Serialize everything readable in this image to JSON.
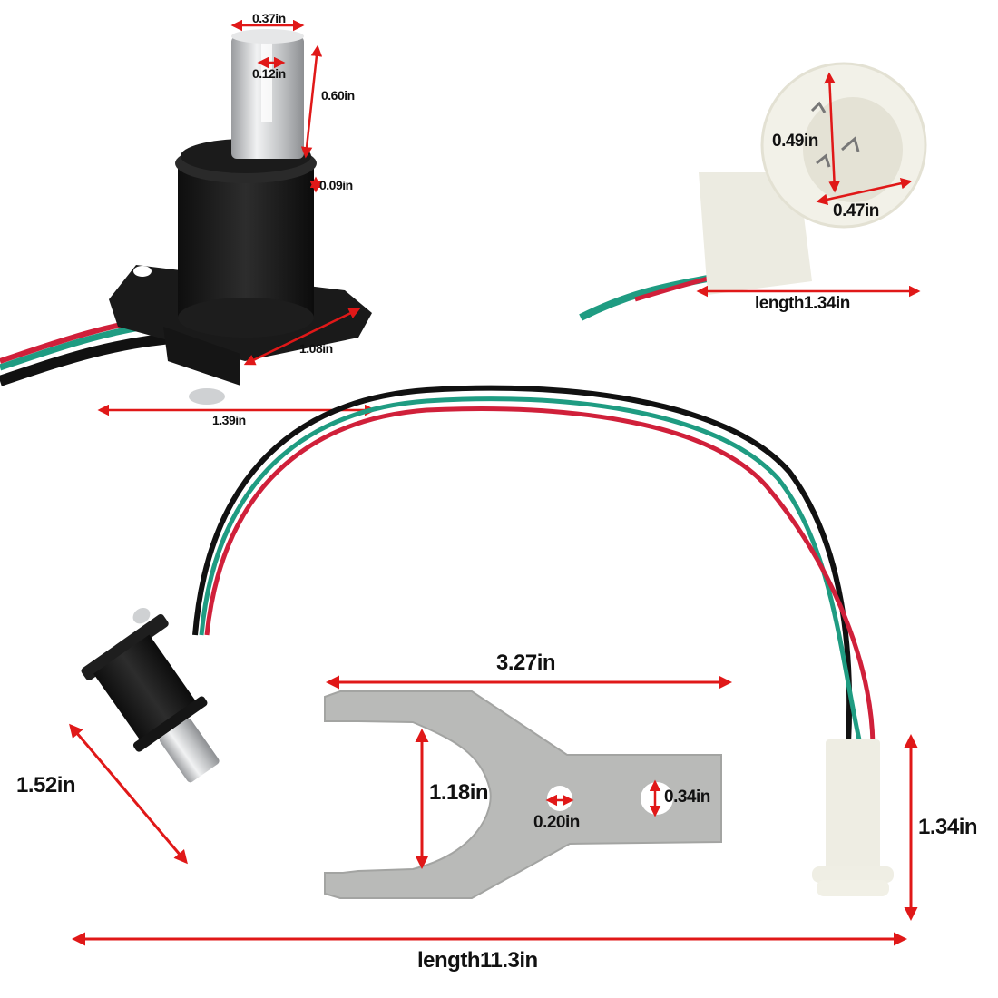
{
  "diagram": {
    "subject": "Throttle sensor assembly with wiring harness, connector and mounting bracket",
    "colors": {
      "dimension_line": "#e01818",
      "label_text": "#111111",
      "sensor_body": "#1c1c1c",
      "shaft_metal": "#c9cbcd",
      "connector": "#efeee4",
      "bracket": "#b9bab8",
      "wire_red": "#d0203a",
      "wire_green": "#1f9c82",
      "wire_black": "#111111"
    },
    "sensor_closeup": {
      "shaft_width": "0.37in",
      "slot_width": "0.12in",
      "shaft_height": "0.60in",
      "collar_thickness": "0.09in",
      "flange_depth": "1.08in",
      "flange_width": "1.39in"
    },
    "connector_closeup": {
      "face_height": "0.49in",
      "face_width": "0.47in",
      "length": "length1.34in"
    },
    "assembly": {
      "sensor_length": "1.52in",
      "bracket_length": "3.27in",
      "bracket_opening": "1.18in",
      "small_hole": "0.20in",
      "large_hole": "0.34in",
      "connector_height": "1.34in",
      "overall_length": "length11.3in"
    }
  }
}
